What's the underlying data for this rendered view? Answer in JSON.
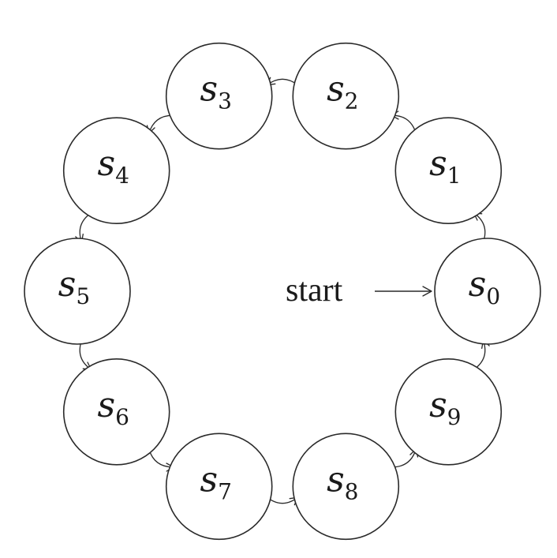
{
  "diagram": {
    "start_label": "start",
    "initial_state": "s0",
    "states": [
      {
        "id": "s0",
        "name": "s",
        "sub": "0"
      },
      {
        "id": "s1",
        "name": "s",
        "sub": "1"
      },
      {
        "id": "s2",
        "name": "s",
        "sub": "2"
      },
      {
        "id": "s3",
        "name": "s",
        "sub": "3"
      },
      {
        "id": "s4",
        "name": "s",
        "sub": "4"
      },
      {
        "id": "s5",
        "name": "s",
        "sub": "5"
      },
      {
        "id": "s6",
        "name": "s",
        "sub": "6"
      },
      {
        "id": "s7",
        "name": "s",
        "sub": "7"
      },
      {
        "id": "s8",
        "name": "s",
        "sub": "8"
      },
      {
        "id": "s9",
        "name": "s",
        "sub": "9"
      }
    ],
    "transitions": [
      {
        "from": "s0",
        "to": "s1"
      },
      {
        "from": "s1",
        "to": "s2"
      },
      {
        "from": "s2",
        "to": "s3"
      },
      {
        "from": "s3",
        "to": "s4"
      },
      {
        "from": "s4",
        "to": "s5"
      },
      {
        "from": "s5",
        "to": "s6"
      },
      {
        "from": "s6",
        "to": "s7"
      },
      {
        "from": "s7",
        "to": "s8"
      },
      {
        "from": "s8",
        "to": "s9"
      },
      {
        "from": "s9",
        "to": "s0"
      }
    ]
  }
}
